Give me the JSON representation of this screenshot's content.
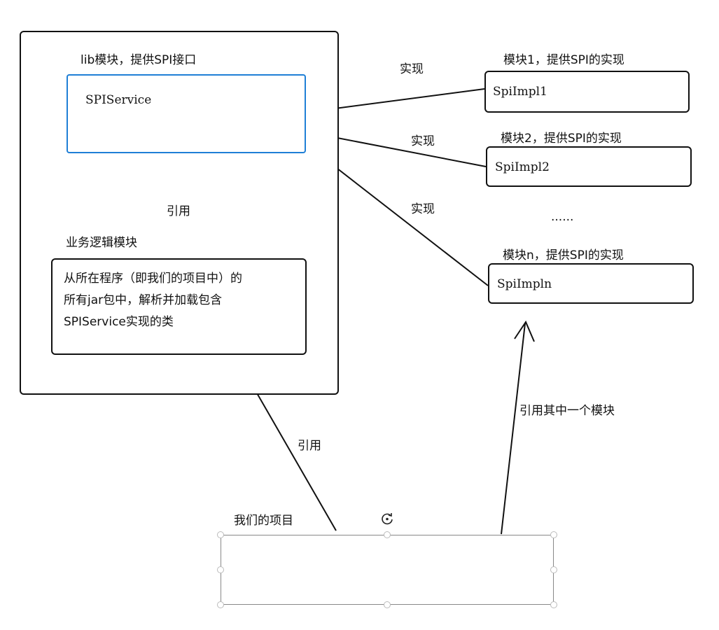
{
  "lib": {
    "title": "lib模块，提供SPI接口",
    "interface_name": "SPIService",
    "ref_label": "引用",
    "business_title": "业务逻辑模块",
    "business_desc": [
      "从所在程序（即我们的项目中）的",
      "所有jar包中，解析并加载包含",
      "SPIService实现的类"
    ]
  },
  "impl_label": "实现",
  "impls": [
    {
      "title": "模块1，提供SPI的实现",
      "name": "SpiImpl1"
    },
    {
      "title": "模块2，提供SPI的实现",
      "name": "SpiImpl2"
    },
    {
      "title": "模块n，提供SPI的实现",
      "name": "SpiImpln"
    }
  ],
  "ellipsis": "......",
  "project": {
    "title": "我们的项目",
    "ref_label": "引用",
    "ref_one_label": "引用其中一个模块"
  },
  "colors": {
    "line": "#111111",
    "selected_border": "#1f7fd6",
    "handle": "#bbbbbb"
  },
  "icons": {
    "rotate": "rotate-icon"
  }
}
